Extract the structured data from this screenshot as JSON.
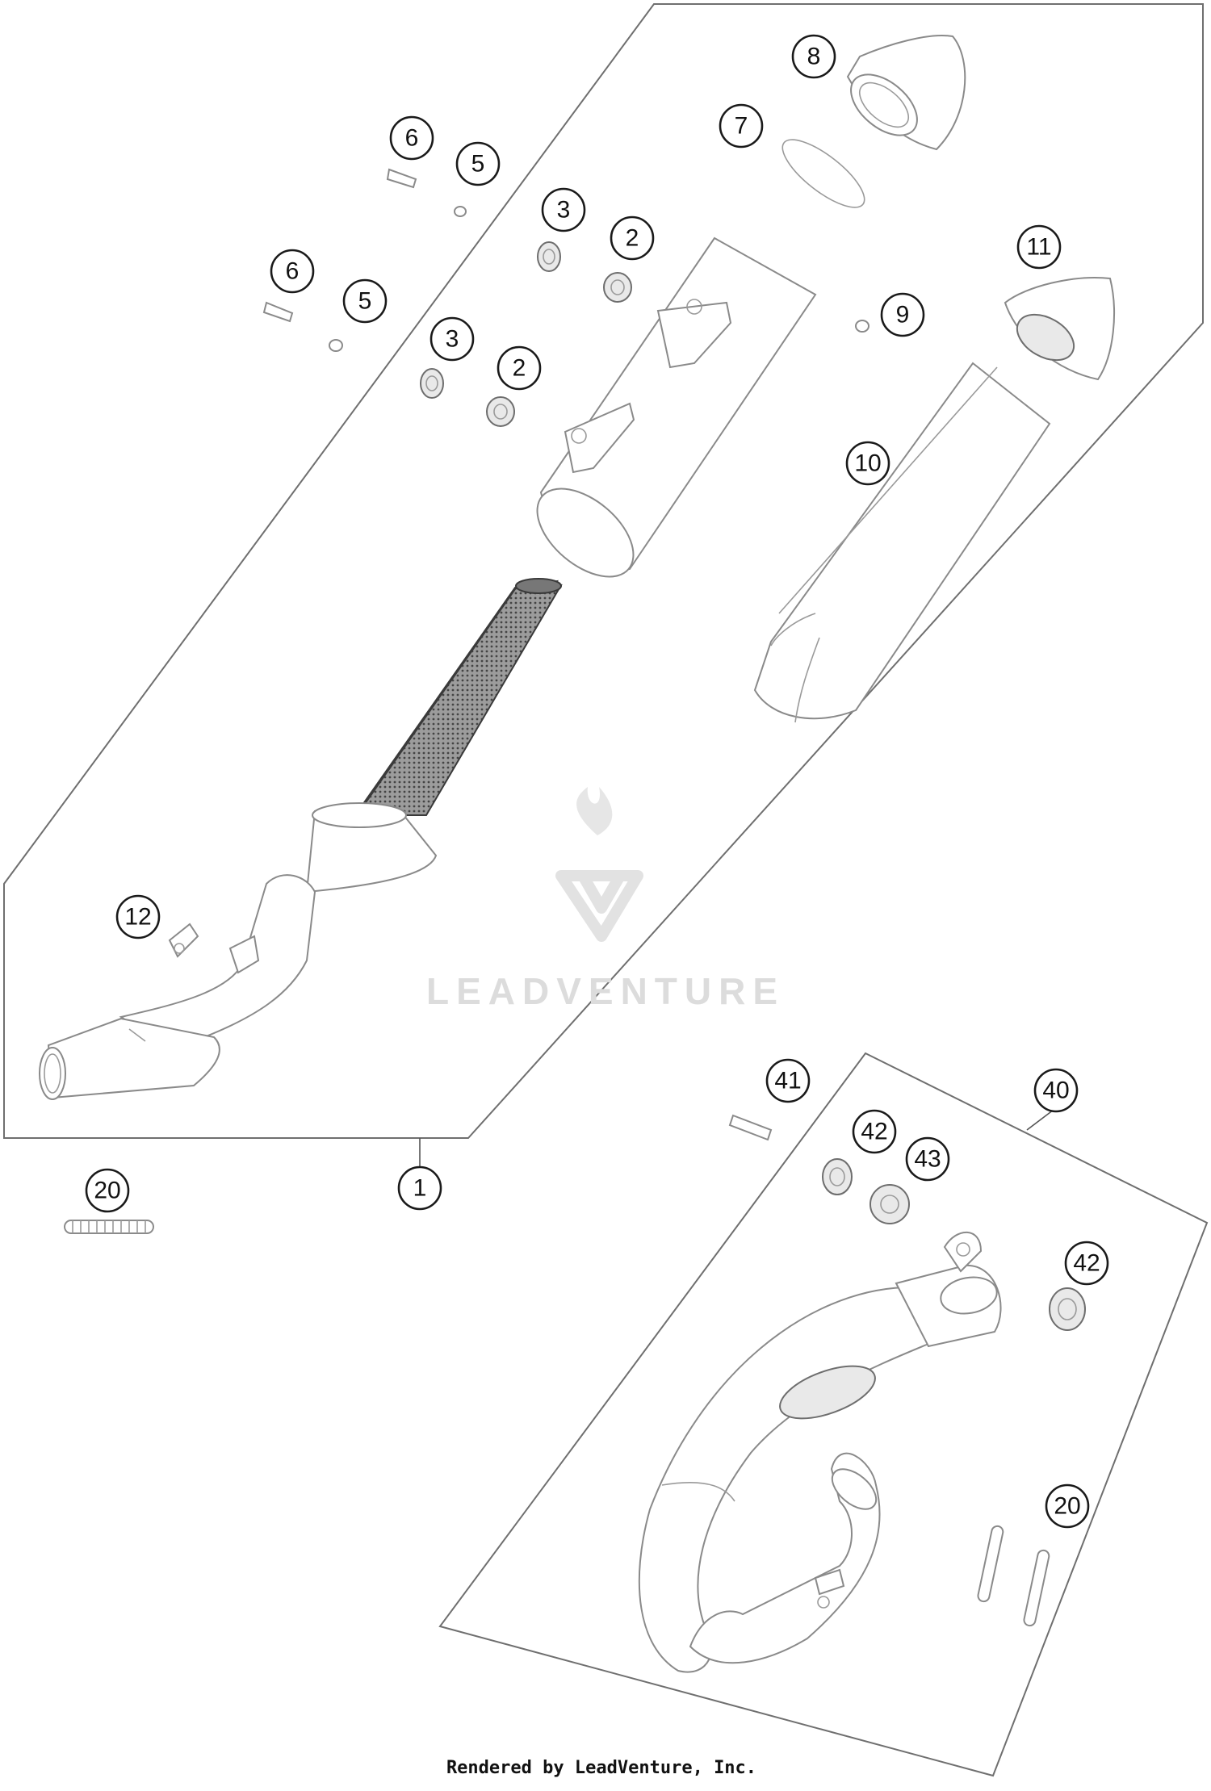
{
  "callouts": {
    "c1": "1",
    "c2a": "2",
    "c2b": "2",
    "c3a": "3",
    "c3b": "3",
    "c5a": "5",
    "c5b": "5",
    "c6a": "6",
    "c6b": "6",
    "c7": "7",
    "c8": "8",
    "c9": "9",
    "c10": "10",
    "c11": "11",
    "c12": "12",
    "c20a": "20",
    "c20b": "20",
    "c40": "40",
    "c41": "41",
    "c42a": "42",
    "c42b": "42",
    "c43": "43"
  },
  "watermark": {
    "text": "LEADVENTURE"
  },
  "footer": {
    "credit": "Rendered by LeadVenture, Inc."
  },
  "colors": {
    "line": "#8a8a8a",
    "callout_stroke": "#1a1a1a",
    "watermark": "#dcdcdc"
  }
}
